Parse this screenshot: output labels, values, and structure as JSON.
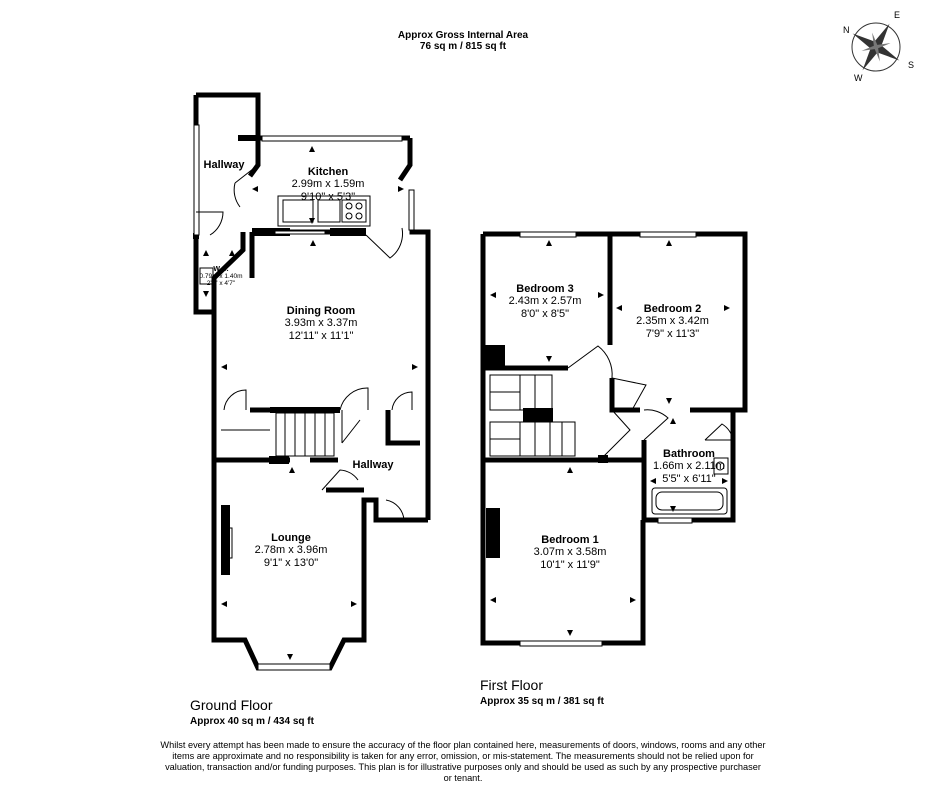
{
  "header": {
    "line1": "Approx Gross Internal Area",
    "line2": "76 sq m / 815 sq ft"
  },
  "compass": {
    "labels": [
      "N",
      "E",
      "S",
      "W"
    ]
  },
  "ground_floor": {
    "title": "Ground Floor",
    "area": "Approx 40 sq m / 434 sq ft",
    "rooms": {
      "kitchen": {
        "name": "Kitchen",
        "metric": "2.99m x 1.59m",
        "imperial": "9'10\" x 5'3\""
      },
      "hallway_top": {
        "name": "Hallway"
      },
      "wc": {
        "name": "W.C.",
        "metric": "0.79m x 1.40m",
        "imperial": "2'7\" x 4'7\""
      },
      "dining": {
        "name": "Dining Room",
        "metric": "3.93m x 3.37m",
        "imperial": "12'11\" x 11'1\""
      },
      "hallway_bottom": {
        "name": "Hallway"
      },
      "lounge": {
        "name": "Lounge",
        "metric": "2.78m x 3.96m",
        "imperial": "9'1\" x 13'0\""
      }
    }
  },
  "first_floor": {
    "title": "First Floor",
    "area": "Approx 35 sq m / 381 sq ft",
    "rooms": {
      "bedroom3": {
        "name": "Bedroom 3",
        "metric": "2.43m x 2.57m",
        "imperial": "8'0\" x 8'5\""
      },
      "bedroom2": {
        "name": "Bedroom 2",
        "metric": "2.35m x 3.42m",
        "imperial": "7'9\" x 11'3\""
      },
      "bathroom": {
        "name": "Bathroom",
        "metric": "1.66m x 2.11m",
        "imperial": "5'5\" x 6'11\""
      },
      "bedroom1": {
        "name": "Bedroom 1",
        "metric": "3.07m x 3.58m",
        "imperial": "10'1\" x 11'9\""
      }
    }
  },
  "disclaimer": "Whilst every attempt has been made to ensure the accuracy of the floor plan contained here, measurements of doors, windows, rooms and any other items are approximate and no responsibility is taken for any error, omission, or mis-statement. The measurements should not be relied upon for valuation, transaction and/or funding purposes. This plan is for illustrative purposes only and should be used as such by any prospective purchaser or tenant."
}
